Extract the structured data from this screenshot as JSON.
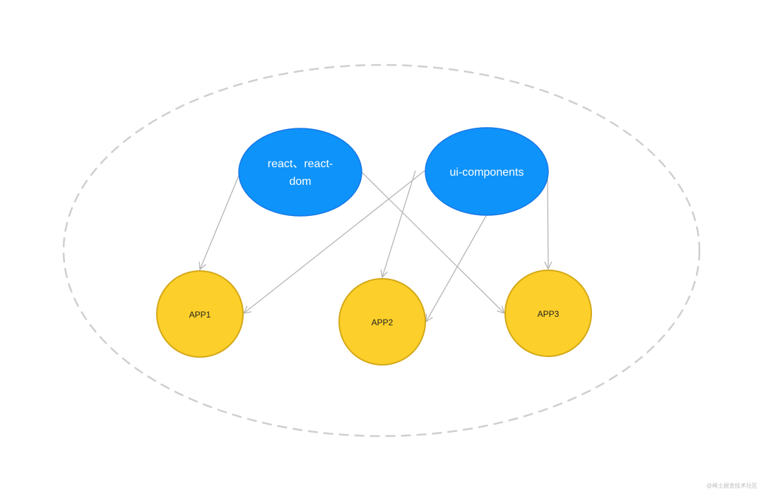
{
  "packages": [
    {
      "id": "react",
      "lines": [
        "react、react-",
        "dom"
      ]
    },
    {
      "id": "ui",
      "lines": [
        "ui-components"
      ]
    }
  ],
  "apps": [
    {
      "id": "app1",
      "label": "APP1"
    },
    {
      "id": "app2",
      "label": "APP2"
    },
    {
      "id": "app3",
      "label": "APP3"
    }
  ],
  "edges": [
    {
      "from": "react",
      "to": "app1"
    },
    {
      "from": "react",
      "to": "app3"
    },
    {
      "from": "ui",
      "to": "app1"
    },
    {
      "from": "ui",
      "to": "app2"
    },
    {
      "from": "ui",
      "to": "app2"
    },
    {
      "from": "ui",
      "to": "app3"
    }
  ],
  "colors": {
    "package_fill": "#0e93fb",
    "package_stroke": "#1677e6",
    "app_fill": "#fccf2a",
    "app_stroke": "#d4a817",
    "edge": "#b5b5b5",
    "boundary": "#cfcfcf"
  },
  "watermark": "@稀土掘金技术社区"
}
